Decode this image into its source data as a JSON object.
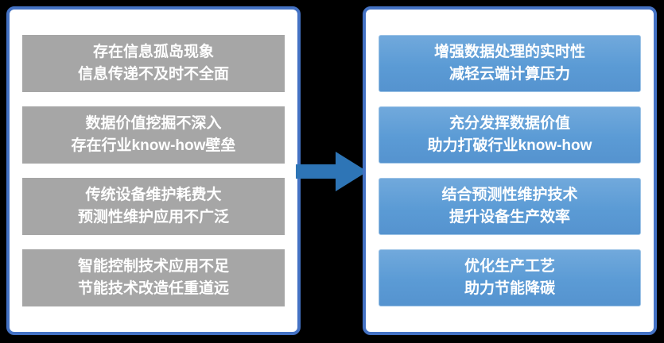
{
  "left_panel": {
    "items": [
      {
        "line1": "存在信息孤岛现象",
        "line2": "信息传递不及时不全面"
      },
      {
        "line1": "数据价值挖掘不深入",
        "line2": "存在行业know-how壁垒"
      },
      {
        "line1": "传统设备维护耗费大",
        "line2": "预测性维护应用不广泛"
      },
      {
        "line1": "智能控制技术应用不足",
        "line2": "节能技术改造任重道远"
      }
    ]
  },
  "right_panel": {
    "items": [
      {
        "line1": "增强数据处理的实时性",
        "line2": "减轻云端计算压力"
      },
      {
        "line1": "充分发挥数据价值",
        "line2": "助力打破行业know-how"
      },
      {
        "line1": "结合预测性维护技术",
        "line2": "提升设备生产效率"
      },
      {
        "line1": "优化生产工艺",
        "line2": "助力节能降碳"
      }
    ]
  },
  "icons": {
    "arrow": "right-arrow"
  },
  "colors": {
    "background": "#000000",
    "panel_border": "#4472c4",
    "panel_fill": "#ffffff",
    "gray_box": "#a6a6a6",
    "blue_box": "#5b9bd5",
    "arrow": "#2e75b6",
    "text": "#ffffff"
  }
}
